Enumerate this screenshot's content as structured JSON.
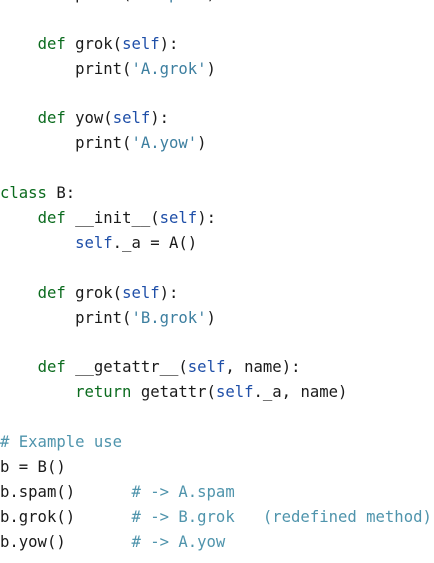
{
  "code_lines": [
    [
      {
        "t": "        print("
      },
      {
        "t": "'A.spam'",
        "c": "str"
      },
      {
        "t": ")"
      }
    ],
    [],
    [
      {
        "t": "    "
      },
      {
        "t": "def",
        "c": "kw"
      },
      {
        "t": " grok("
      },
      {
        "t": "self",
        "c": "self"
      },
      {
        "t": "):"
      }
    ],
    [
      {
        "t": "        print("
      },
      {
        "t": "'A.grok'",
        "c": "str"
      },
      {
        "t": ")"
      }
    ],
    [],
    [
      {
        "t": "    "
      },
      {
        "t": "def",
        "c": "kw"
      },
      {
        "t": " yow("
      },
      {
        "t": "self",
        "c": "self"
      },
      {
        "t": "):"
      }
    ],
    [
      {
        "t": "        print("
      },
      {
        "t": "'A.yow'",
        "c": "str"
      },
      {
        "t": ")"
      }
    ],
    [],
    [
      {
        "t": "class",
        "c": "kw"
      },
      {
        "t": " B:"
      }
    ],
    [
      {
        "t": "    "
      },
      {
        "t": "def",
        "c": "kw"
      },
      {
        "t": " __init__("
      },
      {
        "t": "self",
        "c": "self"
      },
      {
        "t": "):"
      }
    ],
    [
      {
        "t": "        "
      },
      {
        "t": "self",
        "c": "self"
      },
      {
        "t": "._a = A()"
      }
    ],
    [],
    [
      {
        "t": "    "
      },
      {
        "t": "def",
        "c": "kw"
      },
      {
        "t": " grok("
      },
      {
        "t": "self",
        "c": "self"
      },
      {
        "t": "):"
      }
    ],
    [
      {
        "t": "        print("
      },
      {
        "t": "'B.grok'",
        "c": "str"
      },
      {
        "t": ")"
      }
    ],
    [],
    [
      {
        "t": "    "
      },
      {
        "t": "def",
        "c": "kw"
      },
      {
        "t": " __getattr__("
      },
      {
        "t": "self",
        "c": "self"
      },
      {
        "t": ", name):"
      }
    ],
    [
      {
        "t": "        "
      },
      {
        "t": "return",
        "c": "kw"
      },
      {
        "t": " getattr("
      },
      {
        "t": "self",
        "c": "self"
      },
      {
        "t": "._a, name)"
      }
    ],
    [],
    [
      {
        "t": "# Example use",
        "c": "cm"
      }
    ],
    [
      {
        "t": "b = B()"
      }
    ],
    [
      {
        "t": "b.spam()      "
      },
      {
        "t": "# -> A.spam",
        "c": "cm"
      }
    ],
    [
      {
        "t": "b.grok()      "
      },
      {
        "t": "# -> B.grok   (redefined method)",
        "c": "cm"
      }
    ],
    [
      {
        "t": "b.yow()       "
      },
      {
        "t": "# -> A.yow",
        "c": "cm"
      }
    ]
  ]
}
